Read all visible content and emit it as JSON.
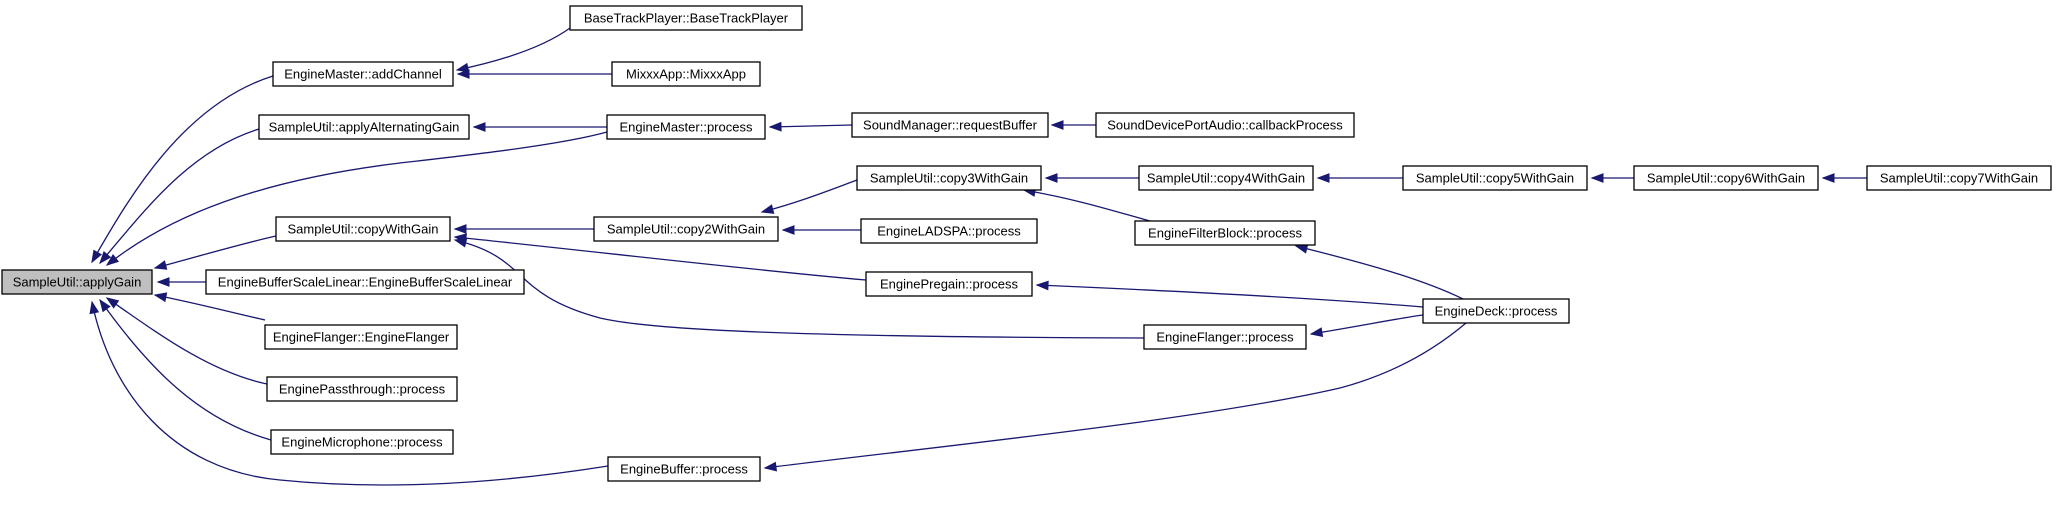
{
  "diagram": {
    "type": "call-graph",
    "colors": {
      "edge": "#191970",
      "node_fill": "#ffffff",
      "root_fill": "#bfbfbf",
      "node_border": "#000000"
    },
    "nodes": [
      {
        "id": "applyGain",
        "label": "SampleUtil::applyGain",
        "root": true
      },
      {
        "id": "addChannel",
        "label": "EngineMaster::addChannel"
      },
      {
        "id": "applyAlternatingGain",
        "label": "SampleUtil::applyAlternatingGain"
      },
      {
        "id": "copyWithGain",
        "label": "SampleUtil::copyWithGain"
      },
      {
        "id": "ebsl",
        "label": "EngineBufferScaleLinear::EngineBufferScaleLinear"
      },
      {
        "id": "flangerCtor",
        "label": "EngineFlanger::EngineFlanger"
      },
      {
        "id": "passthrough",
        "label": "EnginePassthrough::process"
      },
      {
        "id": "microphone",
        "label": "EngineMicrophone::process"
      },
      {
        "id": "bufferProcess",
        "label": "EngineBuffer::process"
      },
      {
        "id": "btp",
        "label": "BaseTrackPlayer::BaseTrackPlayer"
      },
      {
        "id": "mixxxApp",
        "label": "MixxxApp::MixxxApp"
      },
      {
        "id": "masterProcess",
        "label": "EngineMaster::process"
      },
      {
        "id": "requestBuffer",
        "label": "SoundManager::requestBuffer"
      },
      {
        "id": "callbackProcess",
        "label": "SoundDevicePortAudio::callbackProcess"
      },
      {
        "id": "copy2",
        "label": "SampleUtil::copy2WithGain"
      },
      {
        "id": "copy3",
        "label": "SampleUtil::copy3WithGain"
      },
      {
        "id": "ladspa",
        "label": "EngineLADSPA::process"
      },
      {
        "id": "pregain",
        "label": "EnginePregain::process"
      },
      {
        "id": "flangerProcess",
        "label": "EngineFlanger::process"
      },
      {
        "id": "copy4",
        "label": "SampleUtil::copy4WithGain"
      },
      {
        "id": "filterBlock",
        "label": "EngineFilterBlock::process"
      },
      {
        "id": "copy5",
        "label": "SampleUtil::copy5WithGain"
      },
      {
        "id": "copy6",
        "label": "SampleUtil::copy6WithGain"
      },
      {
        "id": "copy7",
        "label": "SampleUtil::copy7WithGain"
      },
      {
        "id": "deck",
        "label": "EngineDeck::process"
      }
    ],
    "edges": [
      {
        "from": "addChannel",
        "to": "applyGain"
      },
      {
        "from": "applyAlternatingGain",
        "to": "applyGain"
      },
      {
        "from": "masterProcess",
        "to": "applyGain"
      },
      {
        "from": "copyWithGain",
        "to": "applyGain"
      },
      {
        "from": "ebsl",
        "to": "applyGain"
      },
      {
        "from": "flangerCtor",
        "to": "applyGain"
      },
      {
        "from": "passthrough",
        "to": "applyGain"
      },
      {
        "from": "microphone",
        "to": "applyGain"
      },
      {
        "from": "bufferProcess",
        "to": "applyGain"
      },
      {
        "from": "btp",
        "to": "addChannel"
      },
      {
        "from": "mixxxApp",
        "to": "addChannel"
      },
      {
        "from": "masterProcess",
        "to": "applyAlternatingGain"
      },
      {
        "from": "requestBuffer",
        "to": "masterProcess"
      },
      {
        "from": "callbackProcess",
        "to": "requestBuffer"
      },
      {
        "from": "copy2",
        "to": "copyWithGain"
      },
      {
        "from": "pregain",
        "to": "copyWithGain"
      },
      {
        "from": "flangerProcess",
        "to": "copyWithGain"
      },
      {
        "from": "copy3",
        "to": "copy2"
      },
      {
        "from": "ladspa",
        "to": "copy2"
      },
      {
        "from": "copy4",
        "to": "copy3"
      },
      {
        "from": "filterBlock",
        "to": "copy3"
      },
      {
        "from": "copy5",
        "to": "copy4"
      },
      {
        "from": "copy6",
        "to": "copy5"
      },
      {
        "from": "copy7",
        "to": "copy6"
      },
      {
        "from": "deck",
        "to": "filterBlock"
      },
      {
        "from": "deck",
        "to": "pregain"
      },
      {
        "from": "deck",
        "to": "flangerProcess"
      },
      {
        "from": "deck",
        "to": "bufferProcess"
      }
    ]
  }
}
